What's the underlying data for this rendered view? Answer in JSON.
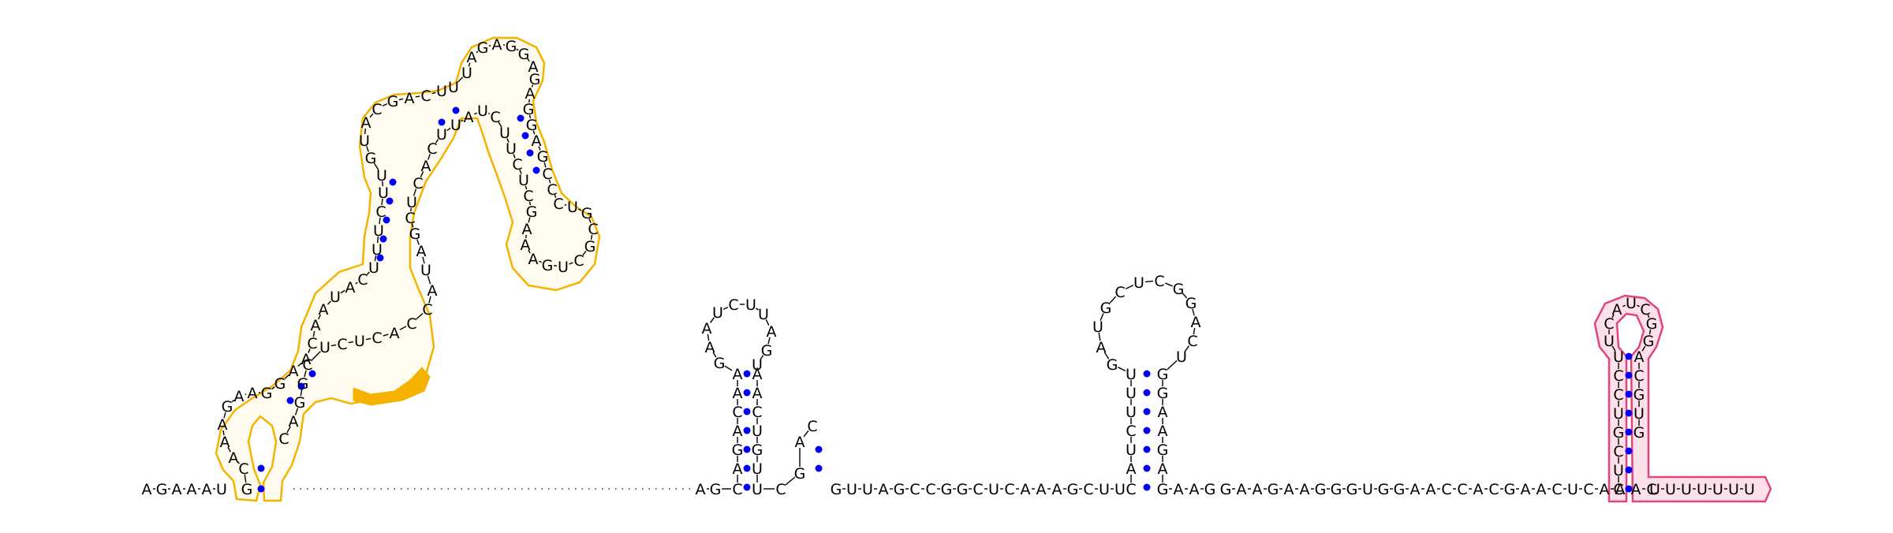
{
  "title": "",
  "colors": {
    "background": "#ffffff",
    "nucleotide_text": "#000000",
    "base_pair_dot": "#0000ff",
    "backbone_link": "#000000",
    "domain1_outline": "#f5b300",
    "domain1_fill": "#fffcef",
    "domain1_highlight": "#f5b300",
    "domain2_outline": "#e0457b",
    "domain2_fill": "#fde0e8"
  },
  "strands": {
    "five_prime_tail": "AGAAAU",
    "stem_loop_1": "GCAAAGAAGGAACAAUACUUUCUUGUACGACUUUAGAGGAGAGGAGCCCUGCGCUGAAAGCUCUUCUAUUCACUCGAUACCACUCUCGGAC",
    "linker_after_1": "",
    "stem_loop_2": "AGCAGACAAGAAUCUUAGUAACUGUUCGAC",
    "linker_after_2": "GUUAGCCGGCUCAAAGCUU",
    "stem_loop_3": "CAUCUUUGAUGCUCGGACUGGAAGAGAAG",
    "linker_after_3": "GAAGAAGGGUGGAACCACGAACUCAAAC",
    "stem_loop_4": "CUCGUCCUUCAUCGGACGUG",
    "three_prime_tail": "UUUUUUU"
  },
  "domains": [
    {
      "name": "",
      "color": "#f5b300"
    },
    {
      "name": "",
      "color": "#e0457b"
    }
  ]
}
